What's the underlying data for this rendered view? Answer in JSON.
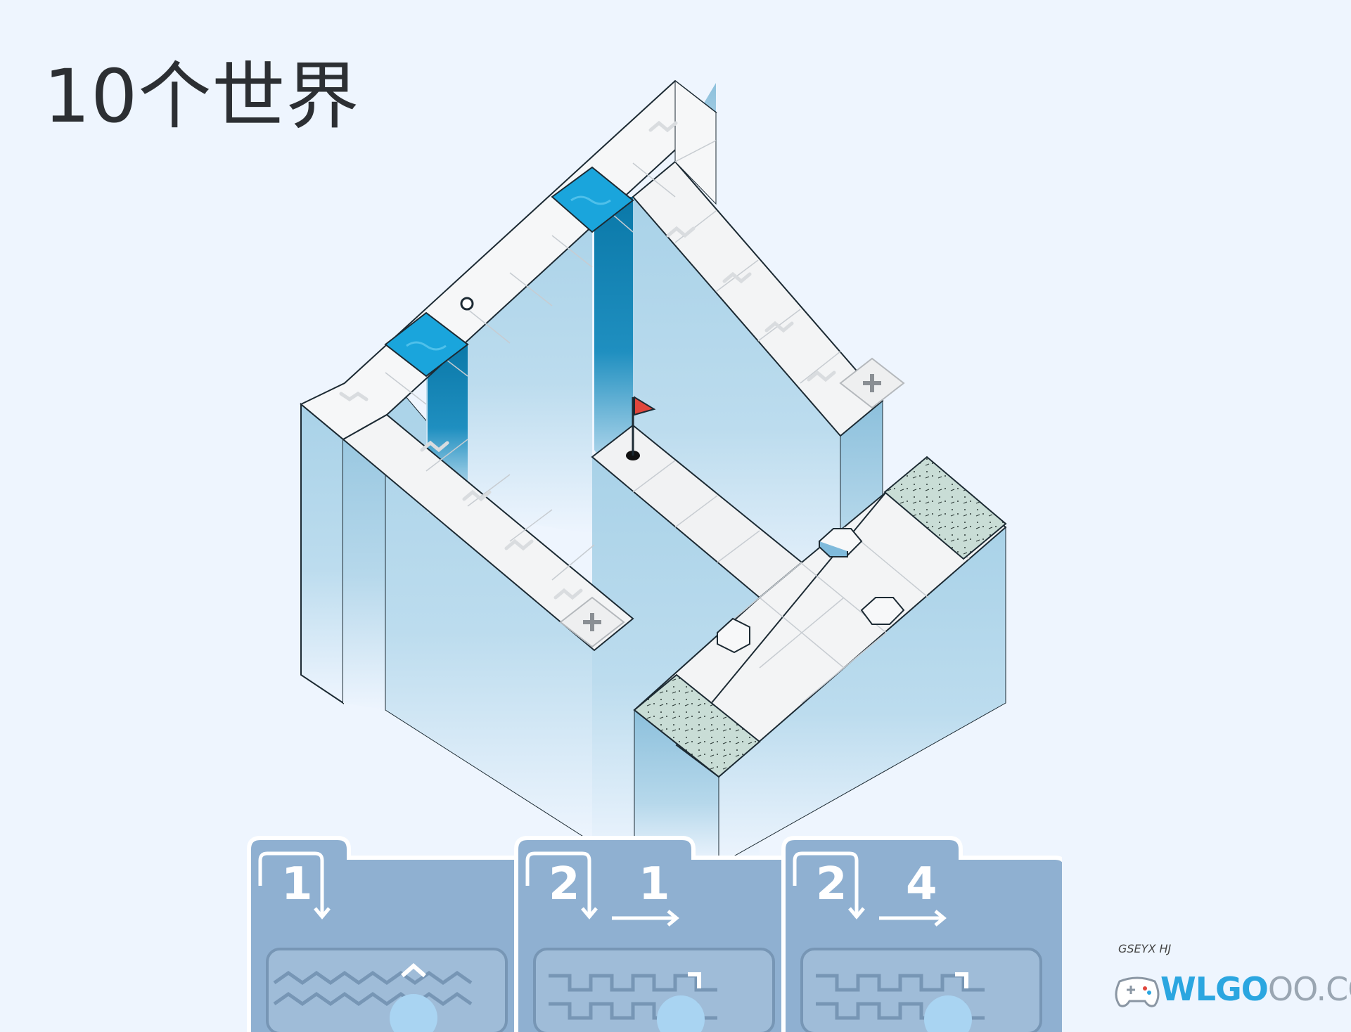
{
  "title": "10个世界",
  "board": {
    "tiles": "isometric-stone-tiles",
    "hazards": [
      "water-tile",
      "water-tile"
    ],
    "goal": "flag-icon",
    "ball": "golf-ball-icon",
    "pads": [
      "plus-pad-icon",
      "plus-pad-icon"
    ],
    "colors": {
      "background": "#eef5fe",
      "pillar": "#8fc3de",
      "water": "#1a9fd6",
      "flag": "#e0463c",
      "moss": "#c8dcd6"
    }
  },
  "cards": [
    {
      "primary": "1",
      "secondary": "",
      "icon": "move-down-arrow-icon",
      "color": "#8fb0d1"
    },
    {
      "primary": "2",
      "secondary": "1",
      "icon": "move-down-then-right-icon",
      "color": "#8fb0d1"
    },
    {
      "primary": "2",
      "secondary": "4",
      "icon": "move-down-then-right-icon",
      "color": "#8fb0d1"
    }
  ],
  "watermark": {
    "main": "WLGO",
    "rest": "OO.COM",
    "signature": "GSEYX HJ"
  }
}
